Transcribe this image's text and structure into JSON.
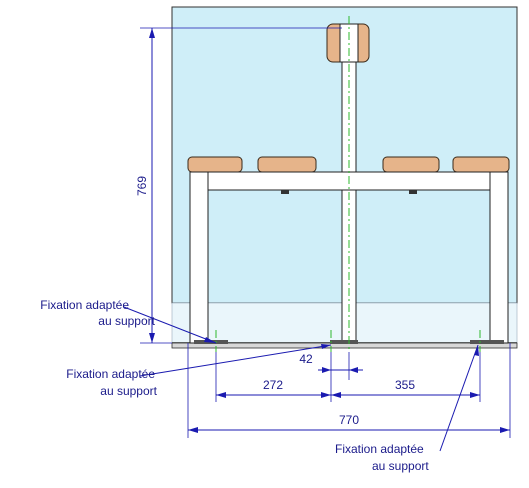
{
  "dimensions": {
    "height": "769",
    "offset_center": "42",
    "left_span": "272",
    "right_span": "355",
    "total_width": "770"
  },
  "callouts": {
    "left_top": [
      "Fixation adaptée",
      "au support"
    ],
    "left_bottom": [
      "Fixation adaptée",
      "au support"
    ],
    "right_bottom": [
      "Fixation adaptée",
      "au support"
    ]
  },
  "colors": {
    "background_panel": "#cfeef8",
    "floor_strip": "#eaf6fb",
    "seat_wood": "#e6b48a",
    "dimension_blue": "#1a1ab0",
    "axis_green": "#2db82d"
  }
}
